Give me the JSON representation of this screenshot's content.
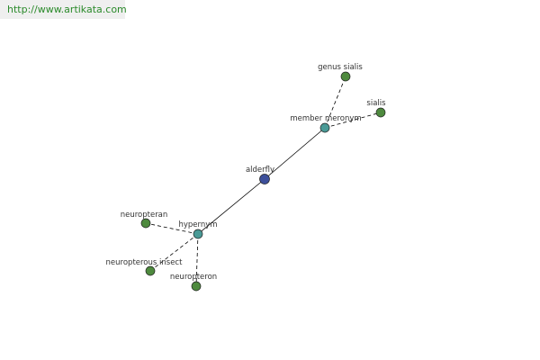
{
  "site": {
    "url_text": "http://www.artikata.com"
  },
  "graph": {
    "colors": {
      "center": "#3d4f9a",
      "relation": "#4a9a96",
      "leaf": "#4e8a3e",
      "stroke": "#222222",
      "edge": "#000000"
    },
    "nodes": [
      {
        "id": "alderfly",
        "label": "alderfly",
        "kind": "center"
      },
      {
        "id": "member-meronym",
        "label": "member meronym",
        "kind": "relation"
      },
      {
        "id": "hypernym",
        "label": "hypernym",
        "kind": "relation"
      },
      {
        "id": "genus-sialis",
        "label": "genus sialis",
        "kind": "leaf"
      },
      {
        "id": "sialis",
        "label": "sialis",
        "kind": "leaf"
      },
      {
        "id": "neuropteran",
        "label": "neuropteran",
        "kind": "leaf"
      },
      {
        "id": "neuropterous-insect",
        "label": "neuropterous insect",
        "kind": "leaf"
      },
      {
        "id": "neuropteron",
        "label": "neuropteron",
        "kind": "leaf"
      }
    ],
    "edges": [
      {
        "from": "alderfly",
        "to": "member-meronym",
        "style": "solid"
      },
      {
        "from": "alderfly",
        "to": "hypernym",
        "style": "solid"
      },
      {
        "from": "member-meronym",
        "to": "genus-sialis",
        "style": "dashed"
      },
      {
        "from": "member-meronym",
        "to": "sialis",
        "style": "dashed"
      },
      {
        "from": "hypernym",
        "to": "neuropteran",
        "style": "dashed"
      },
      {
        "from": "hypernym",
        "to": "neuropterous-insect",
        "style": "dashed"
      },
      {
        "from": "hypernym",
        "to": "neuropteron",
        "style": "dashed"
      }
    ]
  }
}
